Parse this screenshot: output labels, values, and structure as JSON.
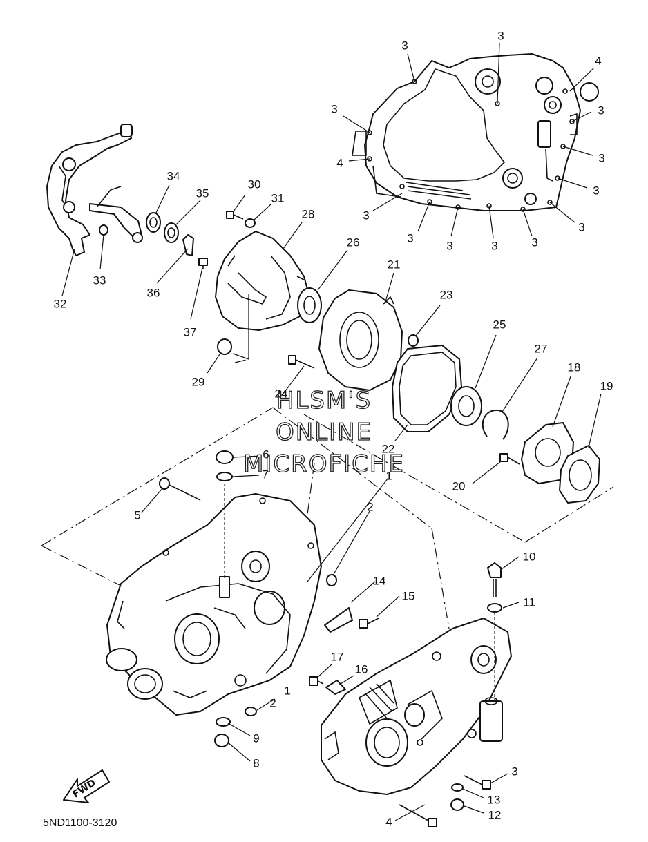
{
  "diagram": {
    "part_code": "5ND1100-3120",
    "watermark": [
      "HLSM'S",
      "ONLINE",
      "MICROFICHE"
    ],
    "fwd_label": "FWD"
  },
  "callouts": {
    "c1": "3",
    "c2": "3",
    "c3": "4",
    "c4": "3",
    "c5": "3",
    "c6": "4",
    "c7": "3",
    "c8": "3",
    "c9": "3",
    "c10": "3",
    "c11": "3",
    "c12": "3",
    "c13": "3",
    "c14": "3",
    "c15": "34",
    "c16": "35",
    "c17": "30",
    "c18": "31",
    "c19": "28",
    "c20": "33",
    "c21": "32",
    "c22": "36",
    "c23": "37",
    "c24": "29",
    "c25": "26",
    "c26": "21",
    "c27": "23",
    "c28": "24",
    "c29": "25",
    "c30": "27",
    "c31": "18",
    "c32": "19",
    "c33": "22",
    "c34": "20",
    "c35": "6",
    "c36": "7",
    "c37": "5",
    "c38": "1",
    "c39": "2",
    "c40": "10",
    "c41": "11",
    "c42": "14",
    "c43": "15",
    "c44": "17",
    "c45": "16",
    "c46": "2",
    "c47": "1",
    "c48": "9",
    "c49": "8",
    "c50": "3",
    "c51": "13",
    "c52": "12",
    "c53": "4"
  }
}
